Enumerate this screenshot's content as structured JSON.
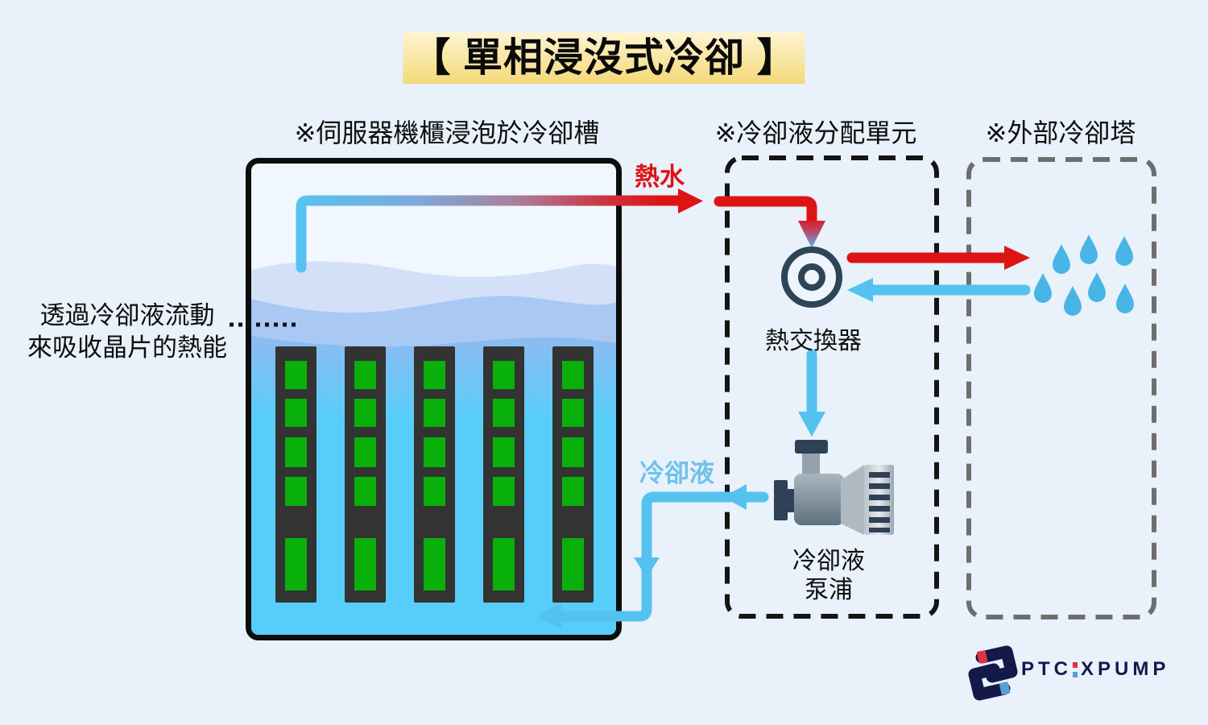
{
  "title": {
    "text": "【 單相浸沒式冷卻 】"
  },
  "section_labels": {
    "tank": "※伺服器機櫃浸泡於冷卻槽",
    "cdu": "※冷卻液分配單元",
    "tower": "※外部冷卻塔"
  },
  "annotation": {
    "line1": "透過冷卻液流動",
    "line2": "來吸收晶片的熱能"
  },
  "flow_labels": {
    "hot_water": "熱水",
    "coolant": "冷卻液"
  },
  "component_labels": {
    "heat_exchanger": "熱交換器",
    "pump_line1": "冷卻液",
    "pump_line2": "泵浦"
  },
  "tank": {
    "rack_count": 5,
    "chips_per_rack": 5
  },
  "cooling_tower": {
    "droplet_count": 7
  },
  "logo": {
    "brand_left": "PTC",
    "brand_right": "XPUMP"
  },
  "colors": {
    "page_background": "#e9f1fa",
    "title_highlight_top": "#fdf4d2",
    "title_highlight_bottom": "#f4d978",
    "hot_red": "#dd1414",
    "cold_blue": "#54c2ee",
    "water_layer1": "#d3e0f8",
    "water_layer2": "#aac8f4",
    "water_deep_top": "#8fbaf1",
    "water_deep_bottom": "#57cefa",
    "rack_dark": "#333333",
    "chip_green": "#0ab00a",
    "component_navy": "#2e4457",
    "droplet_blue": "#49b5e7",
    "logo_navy": "#131a4a"
  }
}
